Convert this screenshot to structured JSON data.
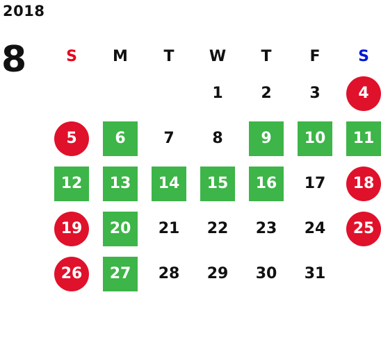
{
  "year": "2018",
  "month": "8",
  "colors": {
    "holiday": "#e0112b",
    "highlight": "#3db548",
    "sunday_header": "#e8001e",
    "saturday_header": "#0019d6"
  },
  "weekdays": [
    "S",
    "M",
    "T",
    "W",
    "T",
    "F",
    "S"
  ],
  "weeks": [
    [
      {
        "d": "",
        "s": "none"
      },
      {
        "d": "",
        "s": "none"
      },
      {
        "d": "",
        "s": "none"
      },
      {
        "d": "1",
        "s": "plain"
      },
      {
        "d": "2",
        "s": "plain"
      },
      {
        "d": "3",
        "s": "plain"
      },
      {
        "d": "4",
        "s": "holiday"
      }
    ],
    [
      {
        "d": "5",
        "s": "holiday"
      },
      {
        "d": "6",
        "s": "green"
      },
      {
        "d": "7",
        "s": "plain"
      },
      {
        "d": "8",
        "s": "plain"
      },
      {
        "d": "9",
        "s": "green"
      },
      {
        "d": "10",
        "s": "green"
      },
      {
        "d": "11",
        "s": "green"
      }
    ],
    [
      {
        "d": "12",
        "s": "green"
      },
      {
        "d": "13",
        "s": "green"
      },
      {
        "d": "14",
        "s": "green"
      },
      {
        "d": "15",
        "s": "green"
      },
      {
        "d": "16",
        "s": "green"
      },
      {
        "d": "17",
        "s": "plain"
      },
      {
        "d": "18",
        "s": "holiday"
      }
    ],
    [
      {
        "d": "19",
        "s": "holiday"
      },
      {
        "d": "20",
        "s": "green"
      },
      {
        "d": "21",
        "s": "plain"
      },
      {
        "d": "22",
        "s": "plain"
      },
      {
        "d": "23",
        "s": "plain"
      },
      {
        "d": "24",
        "s": "plain"
      },
      {
        "d": "25",
        "s": "holiday"
      }
    ],
    [
      {
        "d": "26",
        "s": "holiday"
      },
      {
        "d": "27",
        "s": "green"
      },
      {
        "d": "28",
        "s": "plain"
      },
      {
        "d": "29",
        "s": "plain"
      },
      {
        "d": "30",
        "s": "plain"
      },
      {
        "d": "31",
        "s": "plain"
      },
      {
        "d": "",
        "s": "none"
      }
    ]
  ]
}
